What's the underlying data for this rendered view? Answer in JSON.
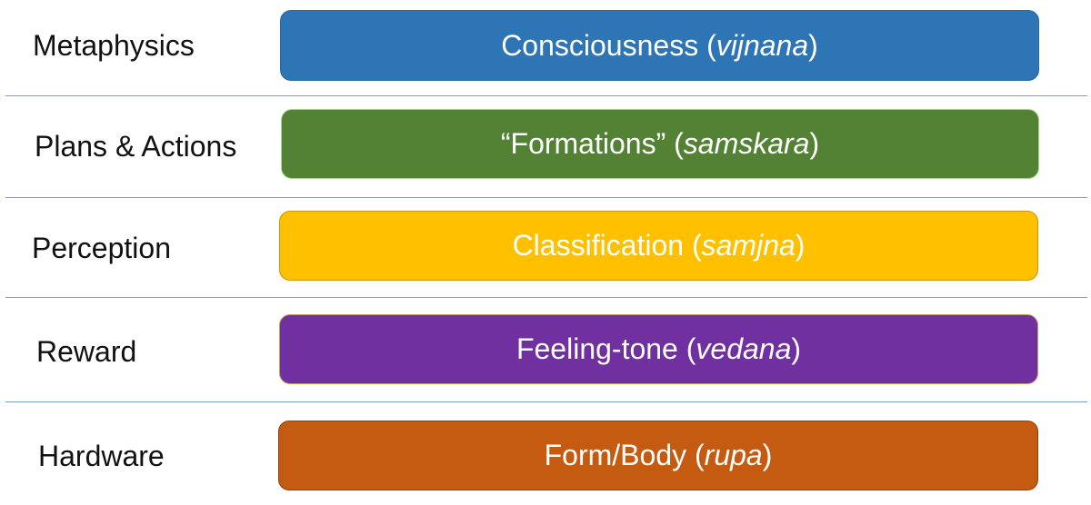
{
  "layers": [
    {
      "label": "Metaphysics",
      "box": {
        "text": "Consciousness (",
        "term": "vijnana",
        "close": ")"
      },
      "color": "#2e75b6",
      "border": "#2a68a3"
    },
    {
      "label": "Plans & Actions",
      "box": {
        "text": "“Formations” (",
        "term": "samskara",
        "close": ")"
      },
      "color": "#548235",
      "border": "#a9d18e"
    },
    {
      "label": "Perception",
      "box": {
        "text": "Classification (",
        "term": "samjna",
        "close": ")"
      },
      "color": "#ffc000",
      "border": "#c9960a"
    },
    {
      "label": "Reward",
      "box": {
        "text": "Feeling-tone (",
        "term": "vedana",
        "close": ")"
      },
      "color": "#7030a0",
      "border": "#c39a5a"
    },
    {
      "label": "Hardware",
      "box": {
        "text": "Form/Body (",
        "term": "rupa",
        "close": ")"
      },
      "color": "#c55a11",
      "border": "#8f3f0c"
    }
  ]
}
